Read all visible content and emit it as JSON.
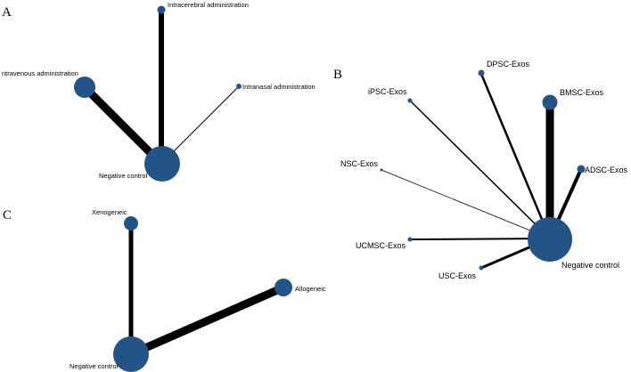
{
  "colors": {
    "node_fill": "#235488",
    "edge": "#000000",
    "background": "#ffffff"
  },
  "panels": {
    "A": {
      "letter": "A",
      "labels": {
        "intracerebral": "Intracerebral administration",
        "intravenous": "ntravenous administration",
        "intranasal": "Intranasal administration",
        "negative": "Negative control"
      }
    },
    "B": {
      "letter": "B",
      "labels": {
        "dpsc": "DPSC-Exos",
        "bmsc": "BMSC-Exos",
        "ipsc": "iPSC-Exos",
        "nsc": "NSC-Exos",
        "adsc": "ADSC-Exos",
        "ucmsc": "UCMSC-Exos",
        "usc": "USC-Exos",
        "negative": "Negative control"
      }
    },
    "C": {
      "letter": "C",
      "labels": {
        "xenogeneic": "Xenogeneic",
        "allogeneic": "Allogeneic",
        "negative": "Negative control"
      }
    }
  }
}
